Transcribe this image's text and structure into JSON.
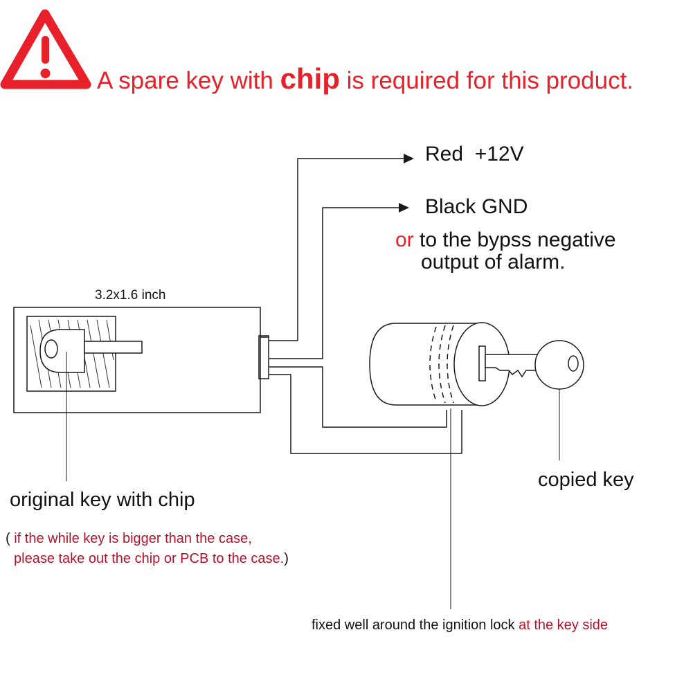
{
  "warning": {
    "icon": "warning-triangle-icon",
    "color": "#e8202a",
    "text_before": "A spare key with",
    "emphasis": "chip",
    "text_after": "is required for this product."
  },
  "wires": {
    "red": {
      "label": "Red  +12V"
    },
    "black": {
      "label": "Black GND",
      "alt_or": "or",
      "alt_line1": "to the bypss negative",
      "alt_line2": "output of alarm."
    }
  },
  "box": {
    "size_label": "3.2x1.6 inch",
    "caption": "original key with chip",
    "note_open": "(",
    "note_line1": "if the while key is bigger than the case,",
    "note_line2": "please take out the chip or PCB to the case.",
    "note_close": ")"
  },
  "lock": {
    "key_caption": "copied key",
    "fixed_note": "fixed well around the ignition lock",
    "fixed_note_red": "at the key side"
  },
  "colors": {
    "warning_red": "#e8202a",
    "note_red": "#b5122b",
    "line": "#1a1a1a"
  }
}
